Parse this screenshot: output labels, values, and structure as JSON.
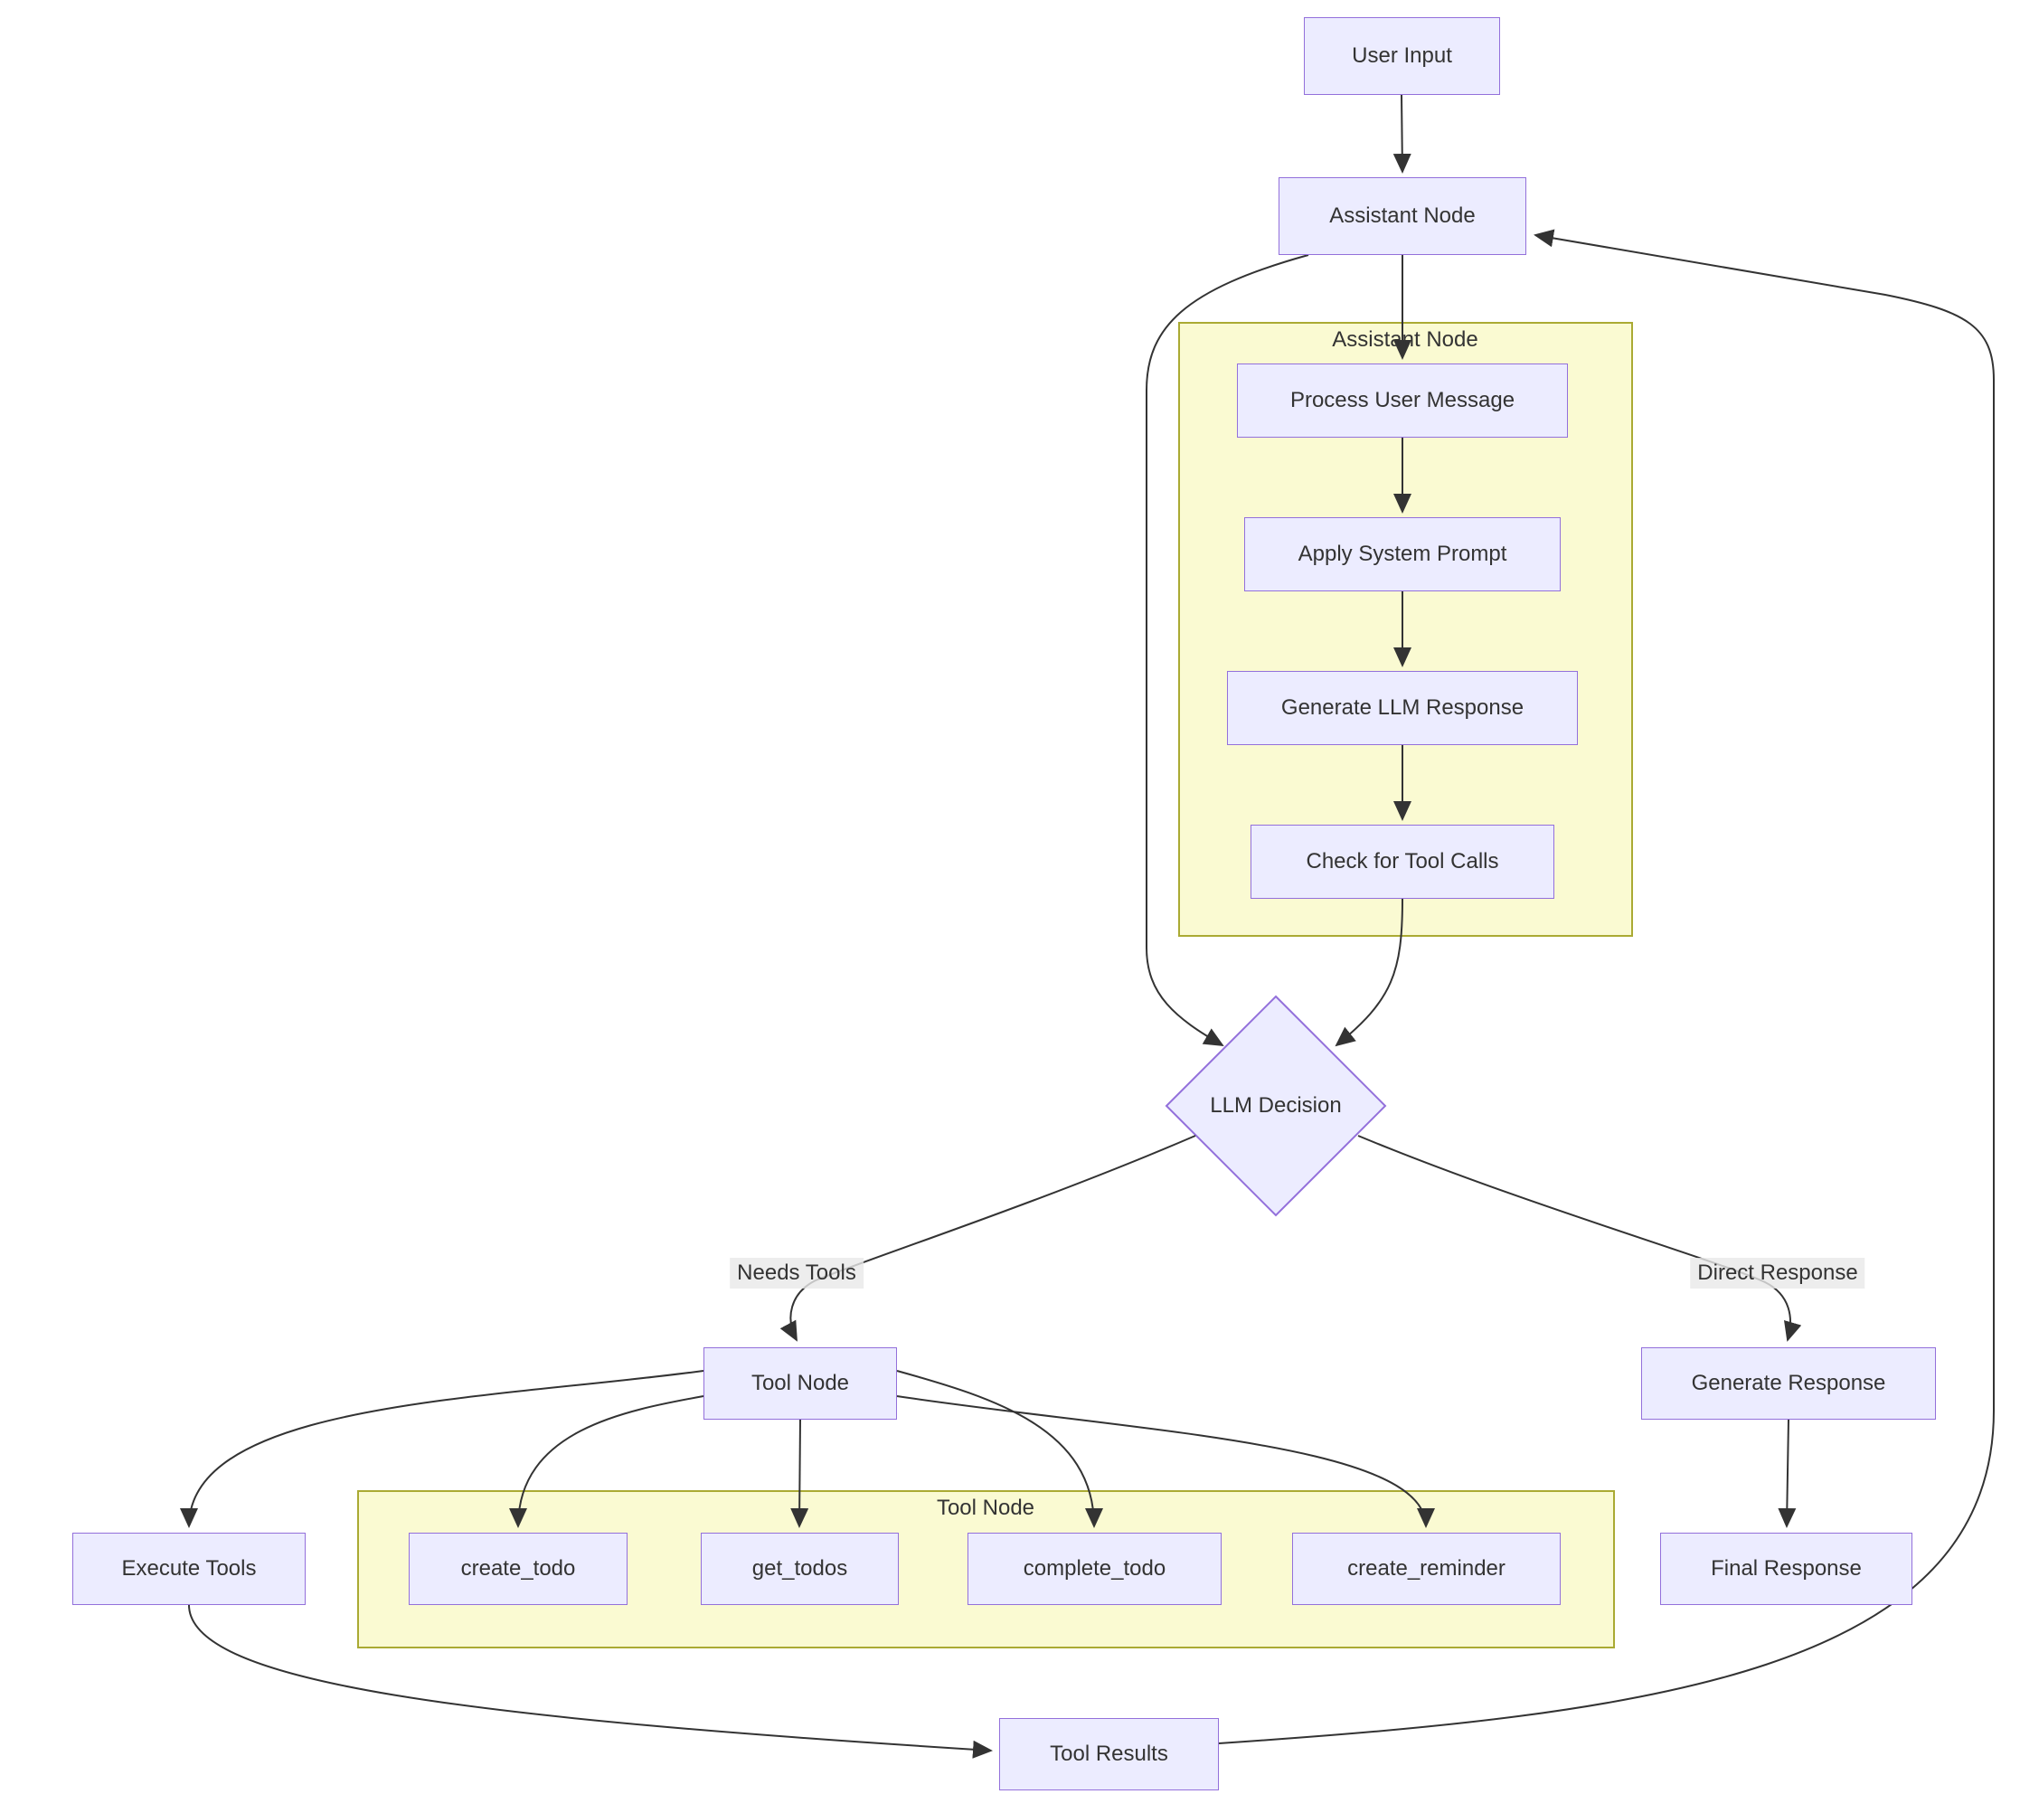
{
  "diagram": {
    "type": "flowchart",
    "colors": {
      "background": "#ffffff",
      "node_fill": "#ececff",
      "node_border": "#9370db",
      "subgraph_fill": "#fafad2",
      "subgraph_border": "#aaaa33",
      "edge_color": "#333333",
      "text_color": "#333333",
      "edge_label_bg": "#e8e8e8"
    },
    "nodes": {
      "user_input": {
        "label": "User Input"
      },
      "assistant_node": {
        "label": "Assistant Node"
      },
      "process_user_message": {
        "label": "Process User Message"
      },
      "apply_system_prompt": {
        "label": "Apply System Prompt"
      },
      "generate_llm_response": {
        "label": "Generate LLM Response"
      },
      "check_for_tool_calls": {
        "label": "Check for Tool Calls"
      },
      "llm_decision": {
        "label": "LLM Decision",
        "shape": "diamond"
      },
      "tool_node": {
        "label": "Tool Node"
      },
      "generate_response": {
        "label": "Generate Response"
      },
      "execute_tools": {
        "label": "Execute Tools"
      },
      "create_todo": {
        "label": "create_todo"
      },
      "get_todos": {
        "label": "get_todos"
      },
      "complete_todo": {
        "label": "complete_todo"
      },
      "create_reminder": {
        "label": "create_reminder"
      },
      "final_response": {
        "label": "Final Response"
      },
      "tool_results": {
        "label": "Tool Results"
      }
    },
    "subgraphs": {
      "assistant": {
        "title": "Assistant Node"
      },
      "tool": {
        "title": "Tool Node"
      }
    },
    "edge_labels": {
      "needs_tools": "Needs Tools",
      "direct_response": "Direct Response"
    },
    "edges": [
      {
        "from": "User Input",
        "to": "Assistant Node"
      },
      {
        "from": "Assistant Node",
        "to": "Process User Message"
      },
      {
        "from": "Process User Message",
        "to": "Apply System Prompt"
      },
      {
        "from": "Apply System Prompt",
        "to": "Generate LLM Response"
      },
      {
        "from": "Generate LLM Response",
        "to": "Check for Tool Calls"
      },
      {
        "from": "Check for Tool Calls",
        "to": "LLM Decision"
      },
      {
        "from": "Assistant Node",
        "to": "LLM Decision"
      },
      {
        "from": "LLM Decision",
        "to": "Tool Node",
        "label": "Needs Tools"
      },
      {
        "from": "LLM Decision",
        "to": "Generate Response",
        "label": "Direct Response"
      },
      {
        "from": "Tool Node",
        "to": "Execute Tools"
      },
      {
        "from": "Tool Node",
        "to": "create_todo"
      },
      {
        "from": "Tool Node",
        "to": "get_todos"
      },
      {
        "from": "Tool Node",
        "to": "complete_todo"
      },
      {
        "from": "Tool Node",
        "to": "create_reminder"
      },
      {
        "from": "Generate Response",
        "to": "Final Response"
      },
      {
        "from": "Execute Tools",
        "to": "Tool Results"
      },
      {
        "from": "Tool Results",
        "to": "Assistant Node"
      }
    ]
  }
}
